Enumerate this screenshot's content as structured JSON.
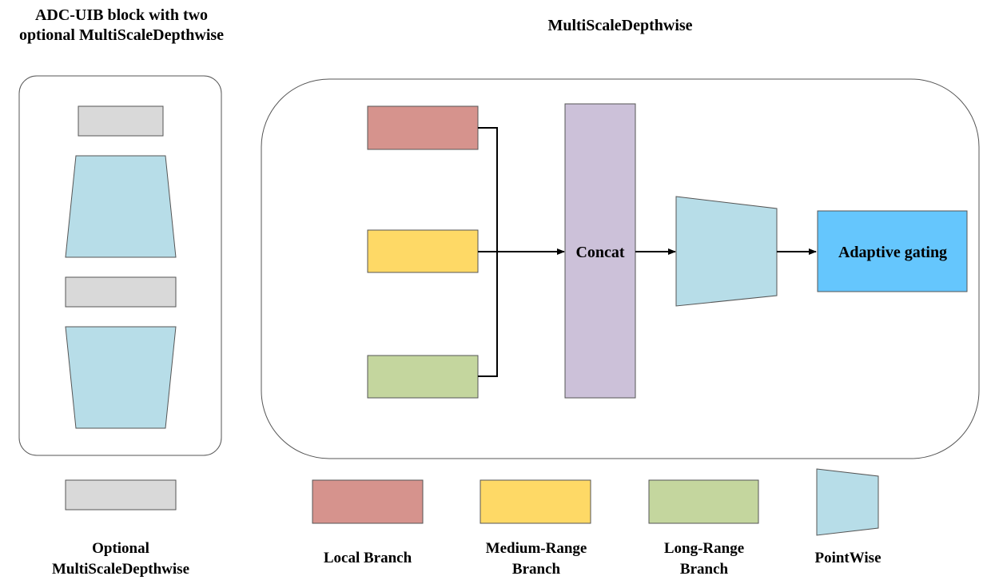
{
  "left_panel": {
    "title_line1": "ADC-UIB block with two",
    "title_line2": "optional MultiScaleDepthwise"
  },
  "main_panel": {
    "title": "MultiScaleDepthwise",
    "concat_label": "Concat",
    "gating_label": "Adaptive gating"
  },
  "optional": {
    "label_line1": "Optional",
    "label_line2": "MultiScaleDepthwise"
  },
  "legend": {
    "local": "Local Branch",
    "medium_line1": "Medium-Range",
    "medium_line2": "Branch",
    "long_line1": "Long-Range",
    "long_line2": "Branch",
    "pointwise": "PointWise"
  },
  "colors": {
    "local": "#d6938d",
    "medium": "#fed966",
    "long": "#c4d69e",
    "concat": "#ccc1d9",
    "pointwise": "#b7dde8",
    "gating": "#65c6fd",
    "gray": "#d9d9d9",
    "stroke": "#555555"
  }
}
